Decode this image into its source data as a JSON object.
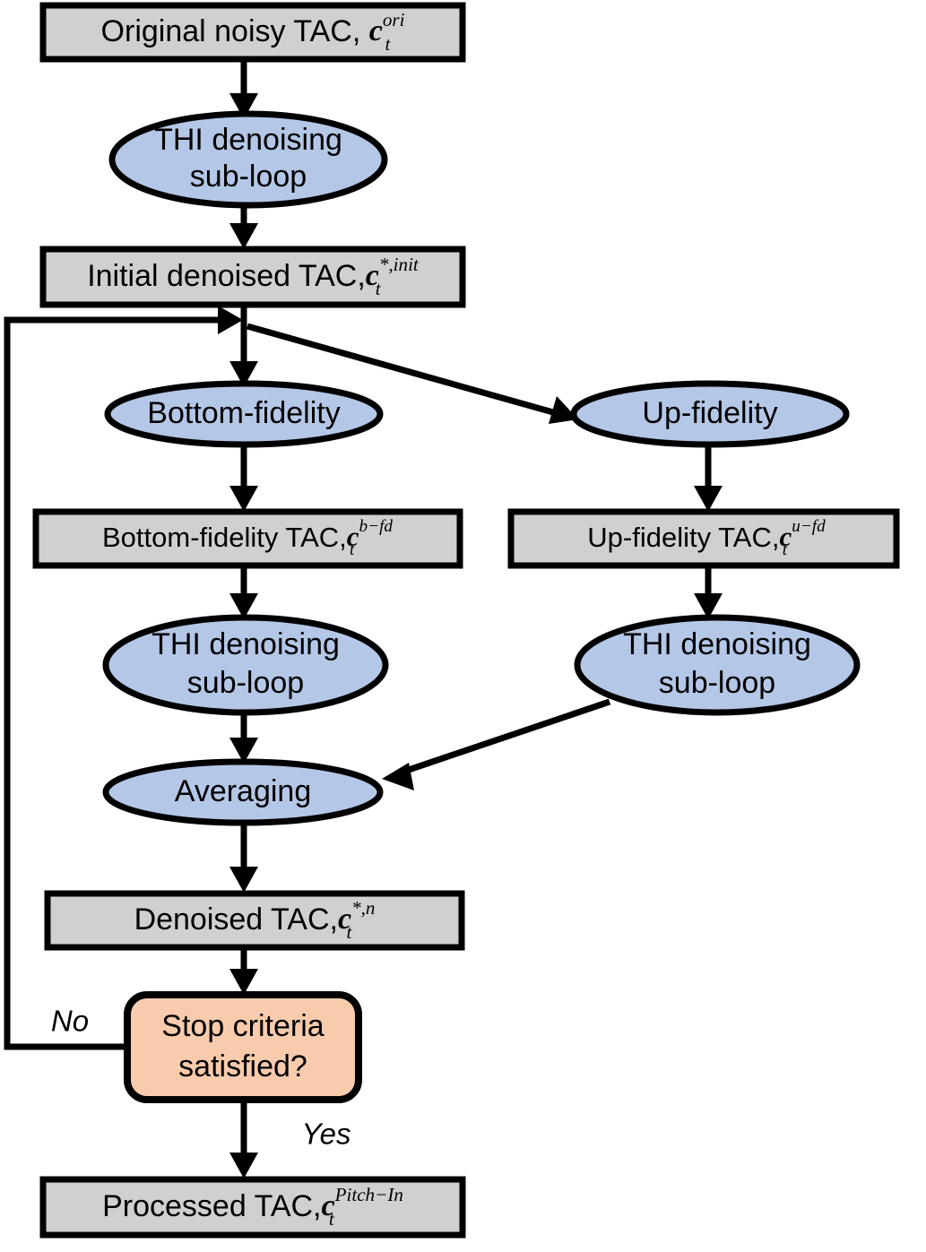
{
  "diagram": {
    "title": "TAC denoising iterative pipeline flowchart",
    "colors": {
      "process_box_fill": "#d0d0d0",
      "operation_ellipse_fill": "#b4c7e7",
      "decision_fill": "#f8cbad",
      "stroke": "#000000",
      "background": "#ffffff"
    },
    "nodes": {
      "original_tac": {
        "type": "box",
        "text": "Original noisy TAC, ",
        "var": "c",
        "sub": "t",
        "sup": "ori"
      },
      "thi_top": {
        "type": "ellipse",
        "line1": "THI denoising",
        "line2": "sub-loop"
      },
      "initial_tac": {
        "type": "box",
        "text": "Initial denoised TAC,",
        "var": "c",
        "sub": "t",
        "sup": "*,init"
      },
      "bottom_fidelity": {
        "type": "ellipse",
        "line1": "Bottom-fidelity"
      },
      "up_fidelity": {
        "type": "ellipse",
        "line1": "Up-fidelity"
      },
      "bottom_fidelity_tac": {
        "type": "box",
        "text": "Bottom-fidelity TAC,",
        "var": "c",
        "sub": "t",
        "sup": "b−fd"
      },
      "up_fidelity_tac": {
        "type": "box",
        "text": "Up-fidelity TAC,",
        "var": "c",
        "sub": "t",
        "sup": "u−fd"
      },
      "thi_left": {
        "type": "ellipse",
        "line1": "THI denoising",
        "line2": "sub-loop"
      },
      "thi_right": {
        "type": "ellipse",
        "line1": "THI denoising",
        "line2": "sub-loop"
      },
      "averaging": {
        "type": "ellipse",
        "line1": "Averaging"
      },
      "denoised_tac": {
        "type": "box",
        "text": "Denoised TAC,",
        "var": "c",
        "sub": "t",
        "sup": "*,n"
      },
      "stop_criteria": {
        "type": "decision",
        "line1": "Stop criteria",
        "line2": "satisfied?"
      },
      "processed_tac": {
        "type": "box",
        "text": "Processed TAC,",
        "var": "c",
        "sub": "t",
        "sup": "Pitch−In"
      }
    },
    "edge_labels": {
      "no": "No",
      "yes": "Yes"
    }
  }
}
